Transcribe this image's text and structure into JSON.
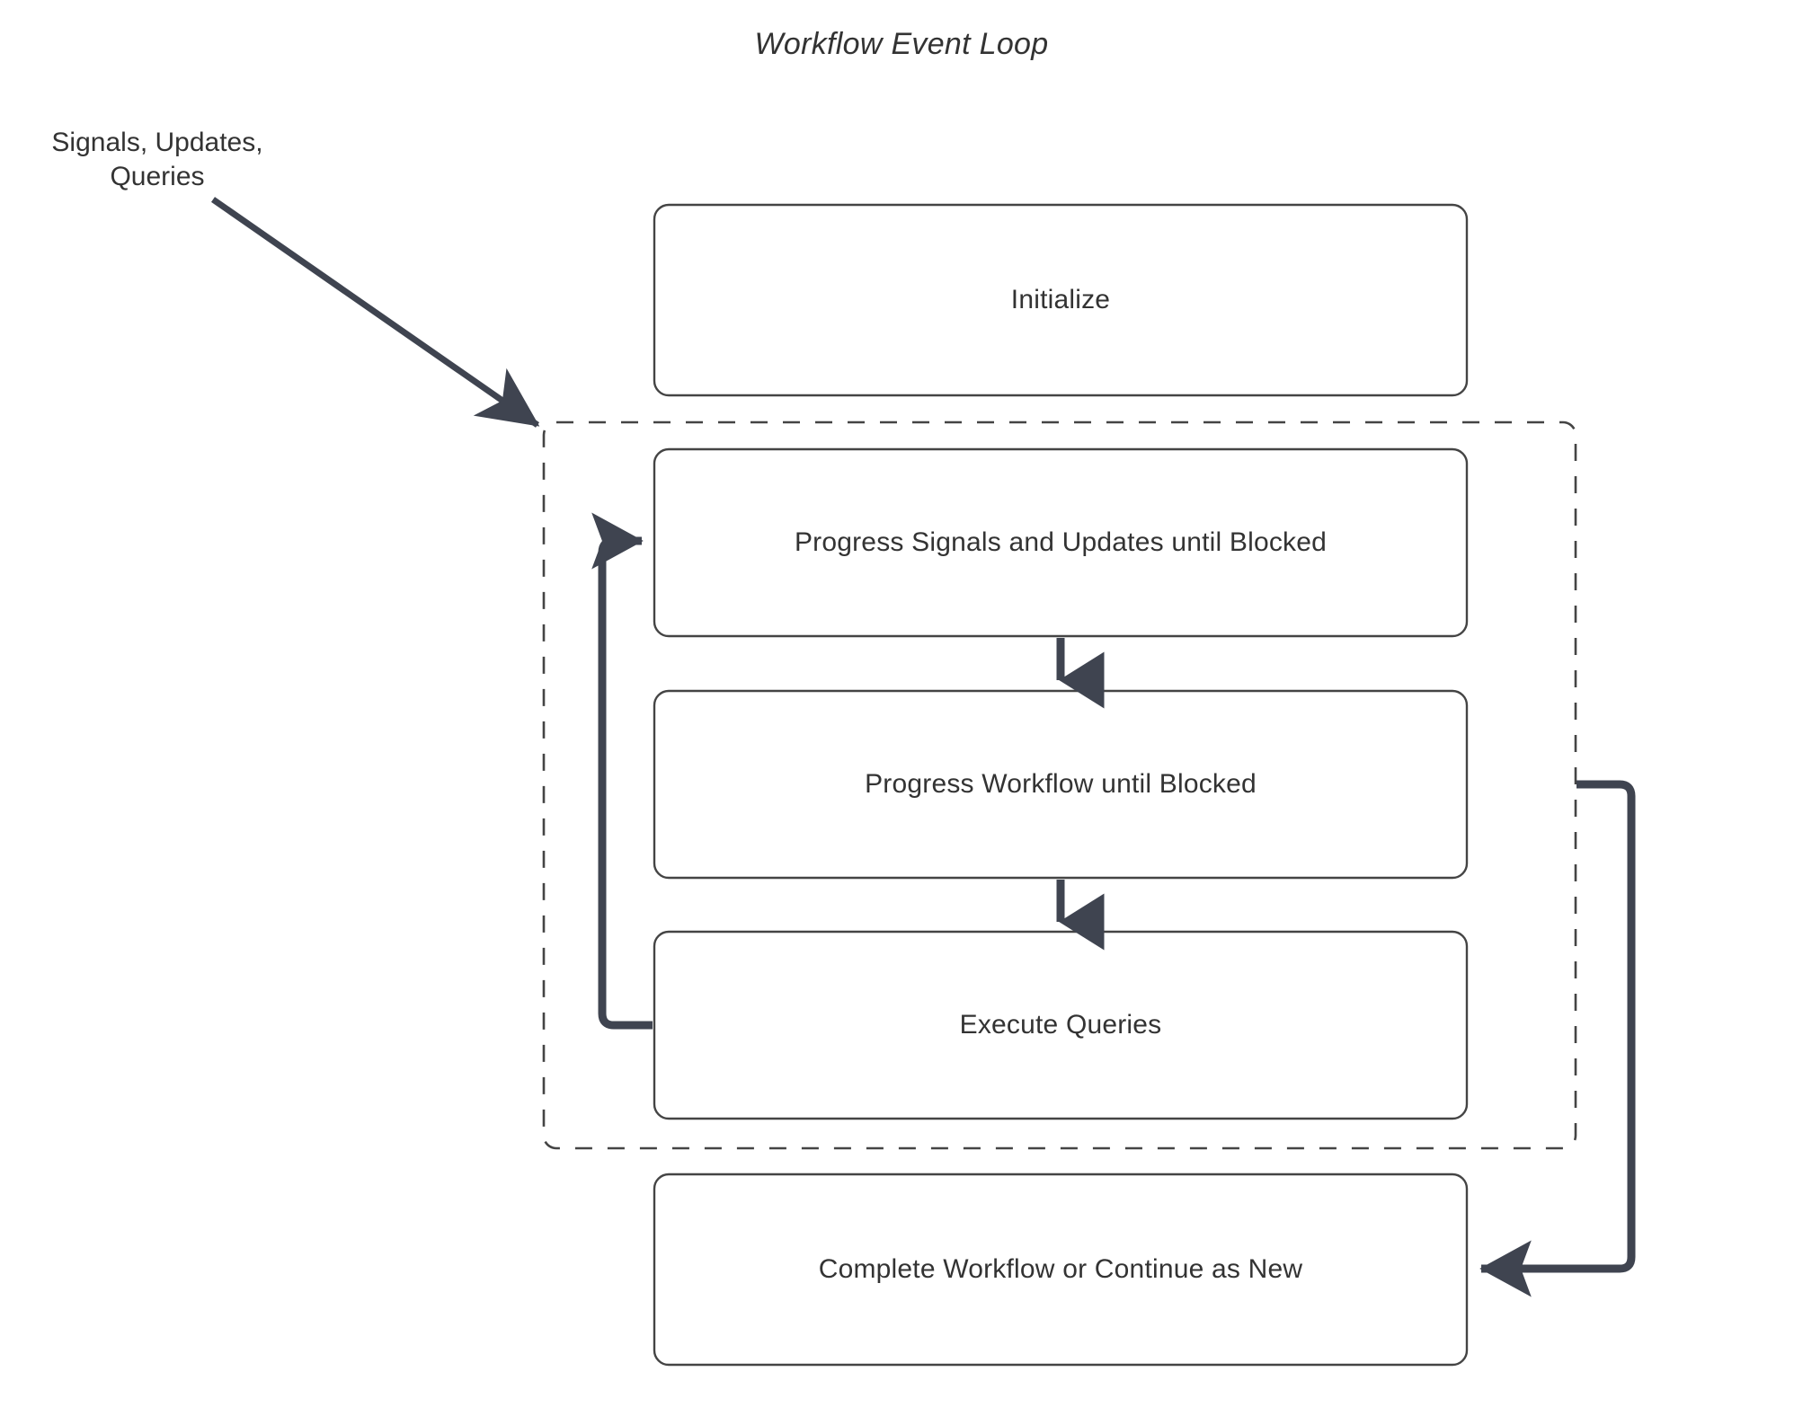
{
  "diagram": {
    "title": "Workflow Event Loop",
    "background_color": "#ffffff",
    "text_color": "#333333",
    "box_border_color": "#444444",
    "flow_arrow_color": "#3f4450",
    "dashed_border_color": "#444444",
    "nodes": [
      {
        "id": "initialize",
        "label": "Initialize"
      },
      {
        "id": "progress-signals-updates",
        "label": "Progress Signals and Updates until Blocked"
      },
      {
        "id": "progress-workflow",
        "label": "Progress Workflow until Blocked"
      },
      {
        "id": "execute-queries",
        "label": "Execute Queries"
      },
      {
        "id": "complete-workflow",
        "label": "Complete Workflow or Continue as New"
      }
    ],
    "edge_labels": [
      {
        "id": "external-input",
        "line1": "Signals, Updates,",
        "line2": "Queries"
      }
    ],
    "loop_group": {
      "id": "event-loop-group",
      "style": "dashed",
      "label": ""
    }
  }
}
